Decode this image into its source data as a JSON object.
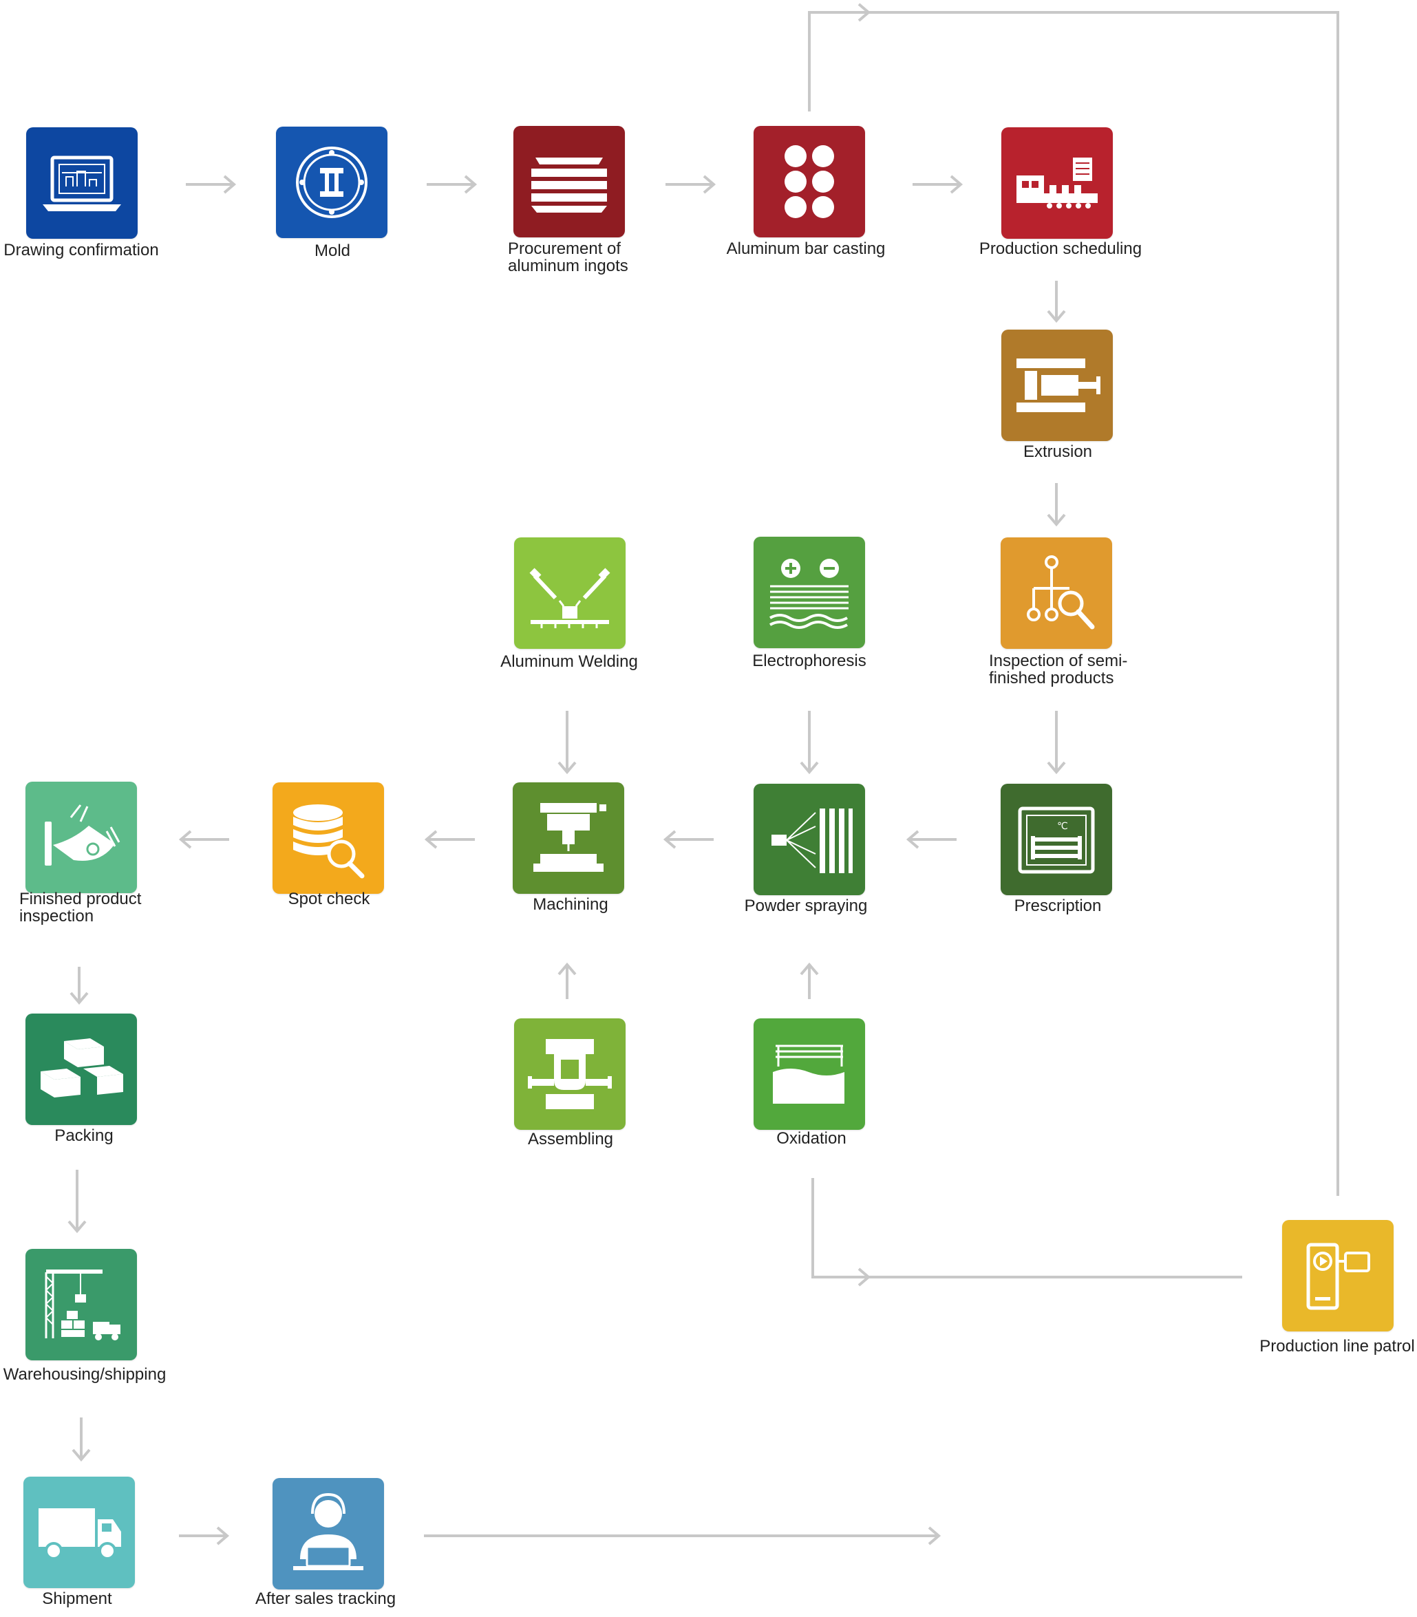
{
  "colors": {
    "connector": "#c8c8c8"
  },
  "nodes": [
    {
      "id": "drawing",
      "label": "Drawing confirmation",
      "icon": "laptop-blueprint-icon",
      "color": "#0d47a1"
    },
    {
      "id": "mold",
      "label": "Mold",
      "icon": "mold-die-icon",
      "color": "#1556b0"
    },
    {
      "id": "procurement",
      "label": "Procurement of\naluminum ingots",
      "icon": "ingot-stack-icon",
      "color": "#8f1c22"
    },
    {
      "id": "casting",
      "label": "Aluminum bar casting",
      "icon": "bar-ends-icon",
      "color": "#a3202a"
    },
    {
      "id": "scheduling",
      "label": "Production scheduling",
      "icon": "factory-line-icon",
      "color": "#b8222d"
    },
    {
      "id": "extrusion",
      "label": "Extrusion",
      "icon": "extrusion-press-icon",
      "color": "#b07a2a"
    },
    {
      "id": "inspection_semi",
      "label": "Inspection of semi-\nfinished products",
      "icon": "tree-magnifier-icon",
      "color": "#e09a2e"
    },
    {
      "id": "prescription",
      "label": "Prescription",
      "icon": "aging-oven-icon",
      "color": "#3f6b2e"
    },
    {
      "id": "electrophoresis",
      "label": "Electrophoresis",
      "icon": "plus-minus-bath-icon",
      "color": "#55a040"
    },
    {
      "id": "welding",
      "label": "Aluminum Welding",
      "icon": "welding-robot-icon",
      "color": "#8dc53f"
    },
    {
      "id": "powder",
      "label": "Powder spraying",
      "icon": "spray-gun-icon",
      "color": "#3f7f35"
    },
    {
      "id": "machining",
      "label": "Machining",
      "icon": "cnc-machine-icon",
      "color": "#5e8f2f"
    },
    {
      "id": "spot",
      "label": "Spot check",
      "icon": "database-search-icon",
      "color": "#f3a91c"
    },
    {
      "id": "finished_inspection",
      "label": "Finished product\ninspection",
      "icon": "scanner-icon",
      "color": "#5dbb8a"
    },
    {
      "id": "assembling",
      "label": "Assembling",
      "icon": "clamp-assembly-icon",
      "color": "#7fb339"
    },
    {
      "id": "oxidation",
      "label": "Oxidation",
      "icon": "oxidation-tank-icon",
      "color": "#52a83c"
    },
    {
      "id": "packing",
      "label": "Packing",
      "icon": "boxes-icon",
      "color": "#2a8a5c"
    },
    {
      "id": "warehousing",
      "label": "Warehousing/shipping",
      "icon": "crane-warehouse-icon",
      "color": "#3a9a6a"
    },
    {
      "id": "shipment",
      "label": "Shipment",
      "icon": "delivery-truck-icon",
      "color": "#5fc0c0"
    },
    {
      "id": "after_sales",
      "label": "After sales tracking",
      "icon": "customer-service-icon",
      "color": "#4f93bf"
    },
    {
      "id": "patrol",
      "label": "Production line patrol",
      "icon": "patrol-camera-icon",
      "color": "#e9b82a"
    }
  ]
}
